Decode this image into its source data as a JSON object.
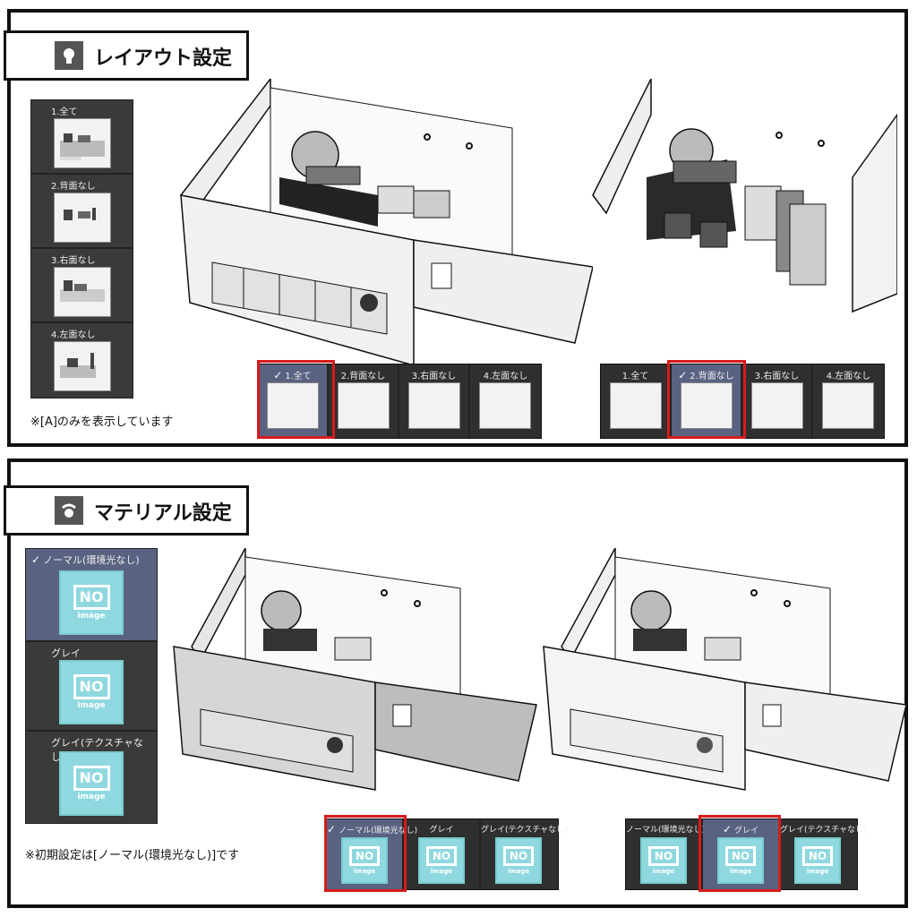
{
  "layout_section": {
    "title": "レイアウト設定",
    "left_list": [
      {
        "label": "1.全て"
      },
      {
        "label": "2.背面なし"
      },
      {
        "label": "3.右面なし"
      },
      {
        "label": "4.左面なし"
      }
    ],
    "note": "※[A]のみを表示しています",
    "bar_a": {
      "items": [
        "1.全て",
        "2.背面なし",
        "3.右面なし",
        "4.左面なし"
      ],
      "selected": "1.全て"
    },
    "bar_b": {
      "items": [
        "1.全て",
        "2.背面なし",
        "3.右面なし",
        "4.左面なし"
      ],
      "selected": "2.背面なし"
    }
  },
  "material_section": {
    "title": "マテリアル設定",
    "left_list": [
      {
        "label": "ノーマル(環境光なし)",
        "selected": true
      },
      {
        "label": "グレイ",
        "selected": false
      },
      {
        "label": "グレイ(テクスチャなし)",
        "selected": false
      }
    ],
    "note": "※初期設定は[ノーマル(環境光なし)]です",
    "bar_a": {
      "items": [
        "ノーマル(環境光なし)",
        "グレイ",
        "グレイ(テクスチャなし)"
      ],
      "selected": "ノーマル(環境光なし)"
    },
    "bar_b": {
      "items": [
        "ノーマル(環境光なし)",
        "グレイ",
        "グレイ(テクスチャなし)"
      ],
      "selected": "グレイ"
    },
    "no_image": {
      "big": "NO",
      "small": "image"
    }
  },
  "check_mark": "✓",
  "colors": {
    "highlight_red": "#d61b1b",
    "selected_bg": "#5a6282",
    "panel_dark": "#3a3a3a",
    "noimage_cyan": "#8fd8df"
  }
}
